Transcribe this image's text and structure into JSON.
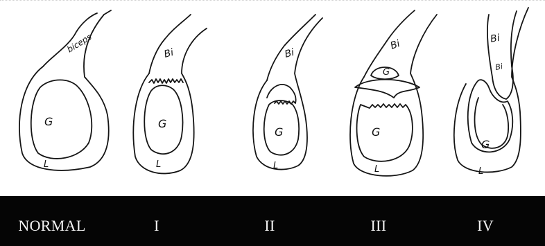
{
  "labels": {
    "glenoid": "G",
    "labrum": "L",
    "biceps_full": "biceps",
    "biceps_short": "Bi"
  },
  "panels": [
    {
      "label": "NORMAL"
    },
    {
      "label": "I"
    },
    {
      "label": "II"
    },
    {
      "label": "III"
    },
    {
      "label": "IV"
    }
  ],
  "colors": {
    "band": "#050505",
    "band_text": "#f2f2f2",
    "ink": "#151515"
  }
}
